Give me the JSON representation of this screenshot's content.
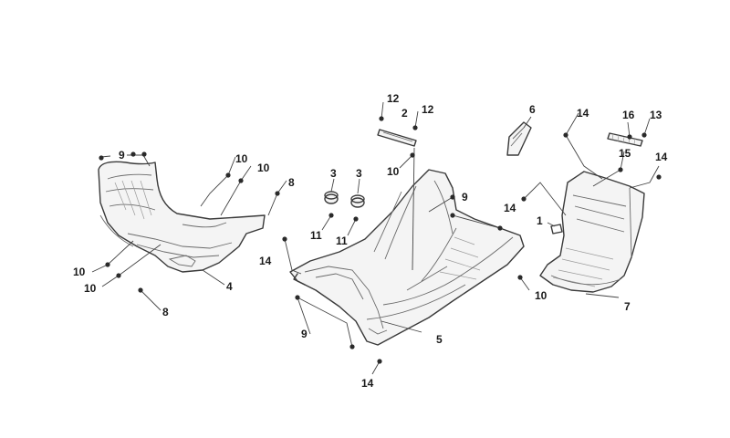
{
  "callouts": {
    "c_1": "1",
    "c_2": "2",
    "c_3a": "3",
    "c_3b": "3",
    "c_4": "4",
    "c_5": "5",
    "c_6": "6",
    "c_7": "7",
    "c_8a": "8",
    "c_8b": "8",
    "c_9a": "9",
    "c_9b": "9",
    "c_9c": "9",
    "c_10a": "10",
    "c_10b": "10",
    "c_10c": "10",
    "c_10d": "10",
    "c_10e": "10",
    "c_10f": "10",
    "c_11a": "11",
    "c_11b": "11",
    "c_12a": "12",
    "c_12b": "12",
    "c_13": "13",
    "c_14a": "14",
    "c_14b": "14",
    "c_14c": "14",
    "c_14d": "14",
    "c_14e": "14",
    "c_15": "15",
    "c_16": "16"
  }
}
